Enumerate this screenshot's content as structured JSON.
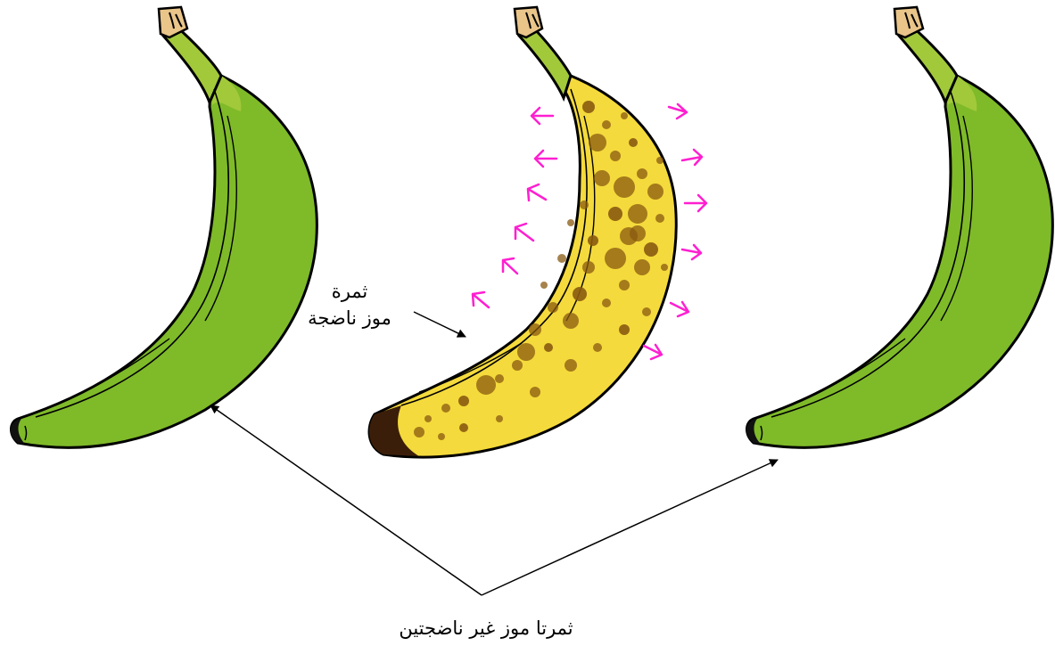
{
  "labels": {
    "ripe_line1": "ثمرة",
    "ripe_line2": "موز ناضجة",
    "unripe": "ثمرتا موز غير ناضجتين"
  },
  "colors": {
    "unripe_peel": "#7fba29",
    "unripe_peel_shade": "#a2c93a",
    "ripe_peel": "#f4da3c",
    "ripe_spots": "#8a5a10",
    "ripe_tip": "#3b1e0a",
    "stem_tip": "#e9c58a",
    "ethylene_arrows": "#ff1fd0",
    "outline": "#000000"
  },
  "icons": {
    "bananas": [
      "unripe-banana-icon",
      "ripe-banana-icon",
      "unripe-banana-icon"
    ],
    "emission": "ethylene-arrow-icon"
  }
}
